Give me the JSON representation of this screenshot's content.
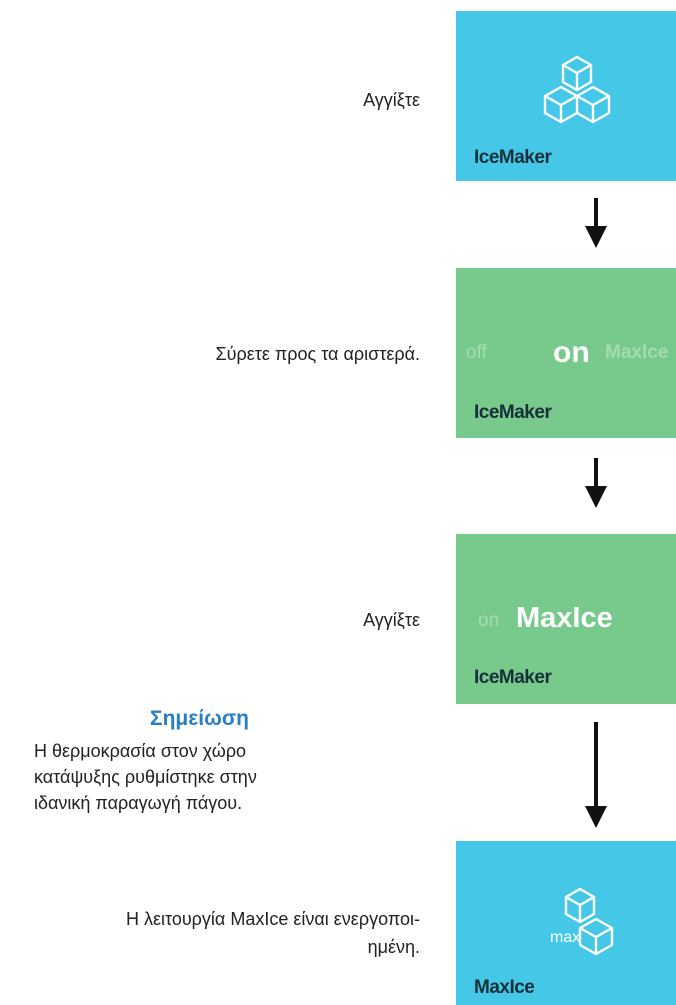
{
  "steps": {
    "step1": {
      "instruction": "Αγγίξτε",
      "tile_label": "IceMaker"
    },
    "step2": {
      "instruction": "Σύρετε προς τα αριστερά.",
      "tile_label": "IceMaker",
      "options": {
        "off": "off",
        "on": "on",
        "maxice": "MaxIce"
      }
    },
    "step3": {
      "instruction": "Αγγίξτε",
      "tile_label": "IceMaker",
      "options": {
        "on": "on",
        "maxice": "MaxIce"
      }
    },
    "step4": {
      "instruction_line1": "Η λειτουργία MaxIce είναι ενεργοποι-",
      "instruction_line2": "ημένη.",
      "tile_label": "MaxIce",
      "icon_text": "max"
    }
  },
  "note": {
    "title": "Σημείωση",
    "line1": "Η θερμοκρασία στον χώρο",
    "line2": "κατάψυξης ρυθμίστηκε στην",
    "line3": "ιδανική παραγωγή πάγου."
  },
  "colors": {
    "blue_tile": "#45c8e8",
    "green_tile": "#78c98c",
    "note_title": "#2a7ec3",
    "label_text": "#17303a"
  },
  "icons": [
    "ice-cubes-icon",
    "arrow-down-icon",
    "max-ice-cubes-icon"
  ]
}
